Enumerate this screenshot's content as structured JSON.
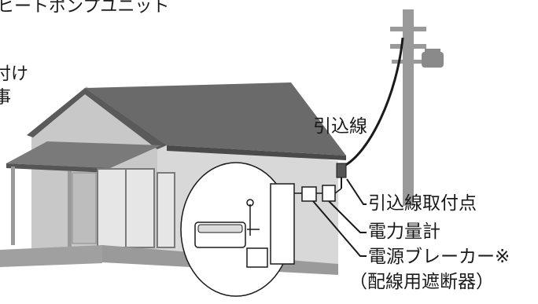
{
  "header_text": "ヒートポンプユニット",
  "left_text": {
    "line1": "付け",
    "line2": "事"
  },
  "labels": {
    "service_drop": "引込線",
    "attachment_point": "引込線取付点",
    "power_meter": "電力量計",
    "breaker_line1": "電源ブレーカー※",
    "breaker_line2": "（配線用遮断器）"
  },
  "colors": {
    "roof": "#6e6e6e",
    "roof_dark": "#4d4d4d",
    "wall": "#d6d6d6",
    "wall_shade": "#c4c4c4",
    "pole": "#9a9a9a",
    "circle": "#ffffff",
    "line": "#1a1a1a"
  }
}
